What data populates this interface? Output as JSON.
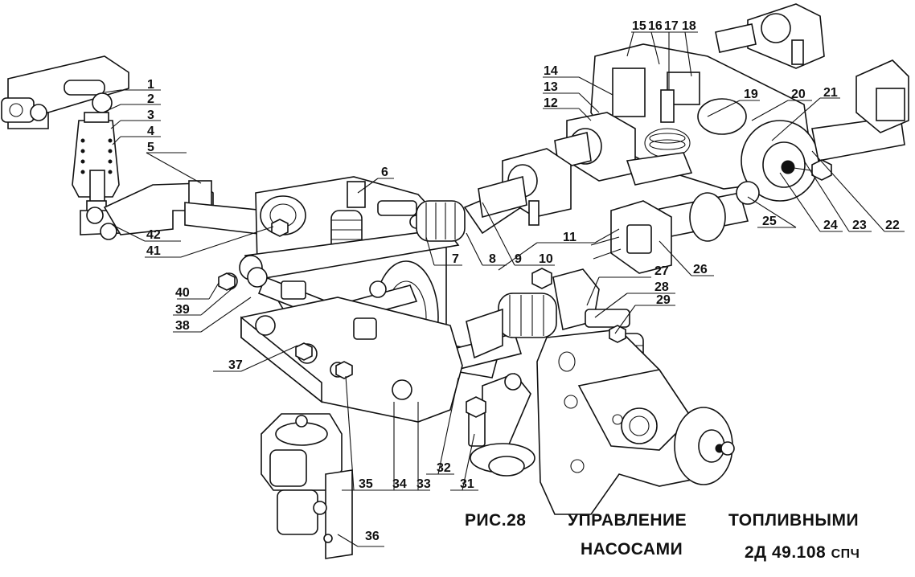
{
  "caption": {
    "figure": "РИС.28",
    "title_part1": "УПРАВЛЕНИЕ",
    "title_part2": "ТОПЛИВНЫМИ",
    "title_part3": "НАСОСАМИ",
    "model_main": "2Д 49.108",
    "model_suffix": "СПЧ"
  },
  "callouts": [
    {
      "id": "1",
      "label": "1"
    },
    {
      "id": "2",
      "label": "2"
    },
    {
      "id": "3",
      "label": "3"
    },
    {
      "id": "4",
      "label": "4"
    },
    {
      "id": "5",
      "label": "5"
    },
    {
      "id": "6",
      "label": "6"
    },
    {
      "id": "7",
      "label": "7"
    },
    {
      "id": "8",
      "label": "8"
    },
    {
      "id": "9",
      "label": "9"
    },
    {
      "id": "10",
      "label": "10"
    },
    {
      "id": "11",
      "label": "11"
    },
    {
      "id": "12",
      "label": "12"
    },
    {
      "id": "13",
      "label": "13"
    },
    {
      "id": "14",
      "label": "14"
    },
    {
      "id": "15",
      "label": "15"
    },
    {
      "id": "16",
      "label": "16"
    },
    {
      "id": "17",
      "label": "17"
    },
    {
      "id": "18",
      "label": "18"
    },
    {
      "id": "19",
      "label": "19"
    },
    {
      "id": "20",
      "label": "20"
    },
    {
      "id": "21",
      "label": "21"
    },
    {
      "id": "22",
      "label": "22"
    },
    {
      "id": "23",
      "label": "23"
    },
    {
      "id": "24",
      "label": "24"
    },
    {
      "id": "25",
      "label": "25"
    },
    {
      "id": "26",
      "label": "26"
    },
    {
      "id": "27",
      "label": "27"
    },
    {
      "id": "28",
      "label": "28"
    },
    {
      "id": "29",
      "label": "29"
    },
    {
      "id": "31",
      "label": "31"
    },
    {
      "id": "32",
      "label": "32"
    },
    {
      "id": "33",
      "label": "33"
    },
    {
      "id": "34",
      "label": "34"
    },
    {
      "id": "35",
      "label": "35"
    },
    {
      "id": "36",
      "label": "36"
    },
    {
      "id": "37",
      "label": "37"
    },
    {
      "id": "38",
      "label": "38"
    },
    {
      "id": "39",
      "label": "39"
    },
    {
      "id": "40",
      "label": "40"
    },
    {
      "id": "41",
      "label": "41"
    },
    {
      "id": "42",
      "label": "42"
    }
  ]
}
